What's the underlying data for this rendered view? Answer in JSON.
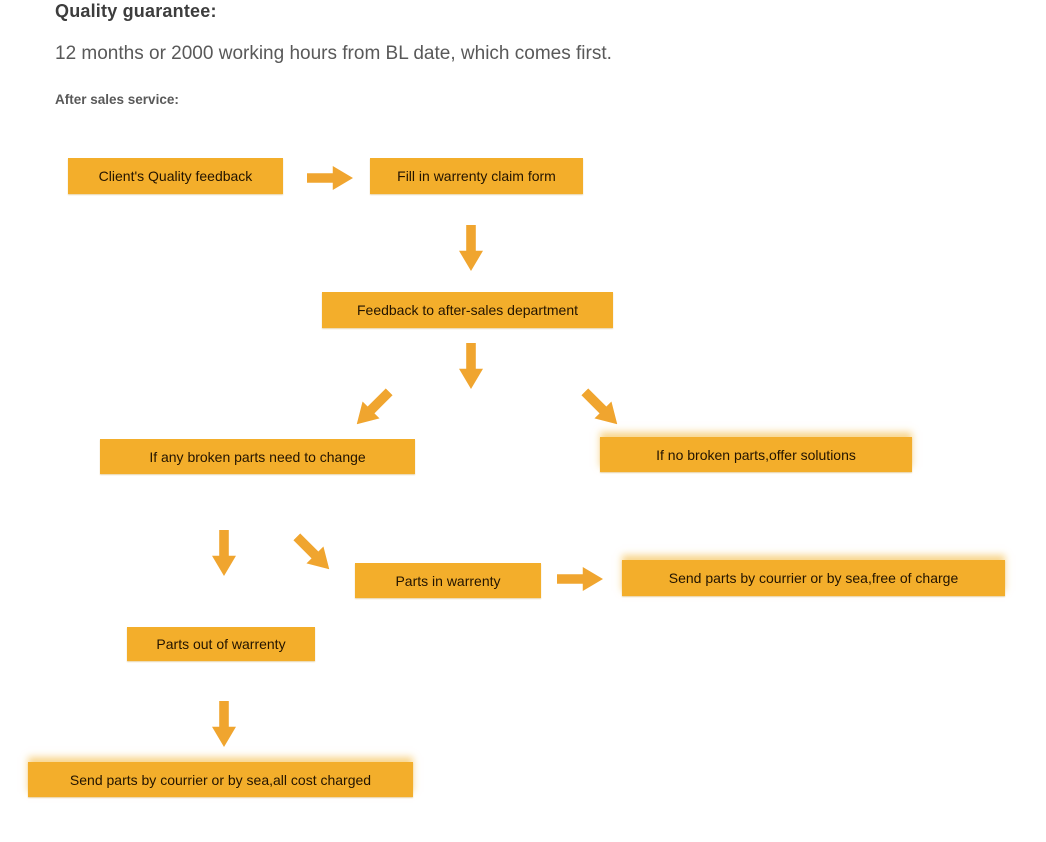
{
  "header": {
    "title": "Quality guarantee:",
    "subtitle": "12 months or 2000 working hours from BL date, which comes first.",
    "section_label": "After sales service:"
  },
  "colors": {
    "box_fill": "#f3ae2b",
    "arrow_fill": "#f0a52f",
    "box_text": "#231400",
    "title_text": "#3d3d3d",
    "body_text": "#595959"
  },
  "flowchart": {
    "nodes": [
      {
        "id": "clients-quality-feedback",
        "label": "Client's Quality feedback"
      },
      {
        "id": "fill-warrenty-claim-form",
        "label": "Fill in warrenty claim form"
      },
      {
        "id": "feedback-after-sales-department",
        "label": "Feedback to after-sales department"
      },
      {
        "id": "broken-parts-need-change",
        "label": "If any broken parts need to change"
      },
      {
        "id": "no-broken-parts-offer-solutions",
        "label": "If no broken parts,offer solutions"
      },
      {
        "id": "parts-in-warrenty",
        "label": "Parts in warrenty"
      },
      {
        "id": "send-parts-free-of-charge",
        "label": "Send parts by courrier or by sea,free of charge"
      },
      {
        "id": "parts-out-of-warrenty",
        "label": "Parts out of warrenty"
      },
      {
        "id": "send-parts-all-cost-charged",
        "label": "Send parts by courrier or by sea,all cost charged"
      }
    ]
  }
}
